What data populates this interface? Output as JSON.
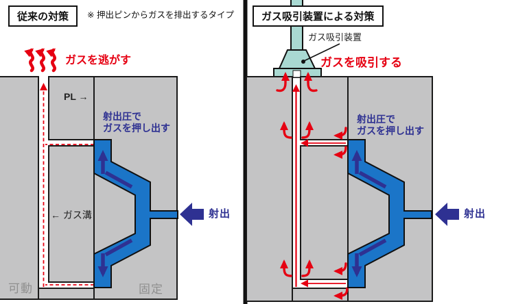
{
  "colors": {
    "red": "#e60012",
    "blue": "#1b75c8",
    "navy": "#2e3192",
    "gray": "#c4c4c5",
    "teal": "#a9d9d2",
    "label-gray": "#8f8f8f"
  },
  "left_panel": {
    "title": "従来の対策",
    "note": "※ 押出ピンからガスを排出するタイプ",
    "gas_escape_label": "ガスを逃がす",
    "pl_label": "PL →",
    "injection_pressure_line1": "射出圧で",
    "injection_pressure_line2": "ガスを押し出す",
    "gas_groove_label": "← ガス溝",
    "movable_label": "可動",
    "fixed_label": "固定",
    "injection_label": "射出"
  },
  "right_panel": {
    "title": "ガス吸引装置による対策",
    "device_label": "ガス吸引装置",
    "suction_label": "ガスを吸引する",
    "injection_pressure_line1": "射出圧で",
    "injection_pressure_line2": "ガスを押し出す",
    "injection_label": "射出"
  }
}
